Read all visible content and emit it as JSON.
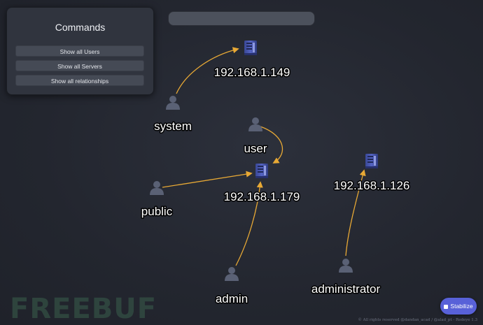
{
  "commands_panel": {
    "title": "Commands",
    "buttons": [
      "Show all Users",
      "Show all Servers",
      "Show all relationships"
    ]
  },
  "search": {
    "value": ""
  },
  "graph": {
    "servers": [
      {
        "id": "s149",
        "label": "192.168.1.149",
        "icon": "server-icon"
      },
      {
        "id": "s179",
        "label": "192.168.1.179",
        "icon": "server-icon"
      },
      {
        "id": "s126",
        "label": "192.168.1.126",
        "icon": "server-icon"
      }
    ],
    "users": [
      {
        "id": "u_system",
        "label": "system",
        "icon": "user-icon"
      },
      {
        "id": "u_user",
        "label": "user",
        "icon": "user-icon"
      },
      {
        "id": "u_public",
        "label": "public",
        "icon": "user-icon"
      },
      {
        "id": "u_admin",
        "label": "admin",
        "icon": "user-icon"
      },
      {
        "id": "u_administrator",
        "label": "administrator",
        "icon": "user-icon"
      }
    ],
    "edges": [
      {
        "from": "u_system",
        "to": "s149"
      },
      {
        "from": "u_user",
        "to": "s179"
      },
      {
        "from": "u_public",
        "to": "s179"
      },
      {
        "from": "u_admin",
        "to": "s179"
      },
      {
        "from": "u_administrator",
        "to": "s126"
      }
    ],
    "edge_color": "#e8a935",
    "server_color": "#4b5bb3",
    "user_color": "#5a6175"
  },
  "stabilize": {
    "label": "Stabilize"
  },
  "watermark": {
    "text": "FREEBUF"
  },
  "footer": {
    "text": "© All rights reserved @dandan_acad / @alad_pt - Redeye 1.3"
  }
}
